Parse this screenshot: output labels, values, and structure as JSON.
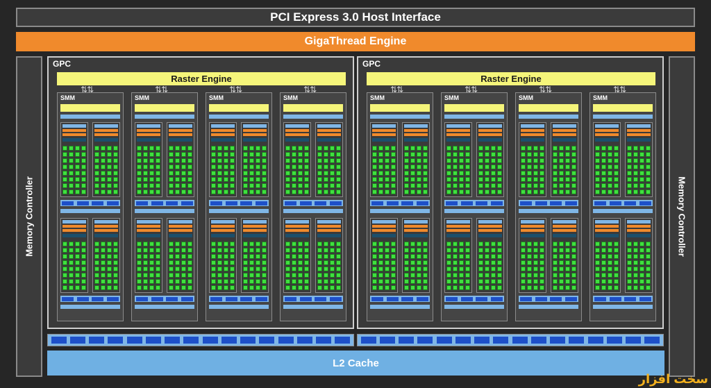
{
  "diagram": {
    "host_interface": "PCI Express 3.0 Host Interface",
    "gigathread": "GigaThread Engine",
    "memory_controller_left": "Memory Controller",
    "memory_controller_right": "Memory Controller",
    "gpcs": [
      {
        "label": "GPC",
        "raster": "Raster Engine",
        "smms": [
          "SMM",
          "SMM",
          "SMM",
          "SMM"
        ]
      },
      {
        "label": "GPC",
        "raster": "Raster Engine",
        "smms": [
          "SMM",
          "SMM",
          "SMM",
          "SMM"
        ]
      }
    ],
    "l2_cache": "L2 Cache",
    "watermark": "سخت افزار"
  },
  "colors": {
    "background": "#262626",
    "gigathread": "#f08a2c",
    "raster": "#f5f57a",
    "cuda_core": "#3fe03f",
    "light_blue": "#7fb6e6",
    "ldst_unit": "#1e50c8",
    "l2": "#6fb0e3"
  }
}
